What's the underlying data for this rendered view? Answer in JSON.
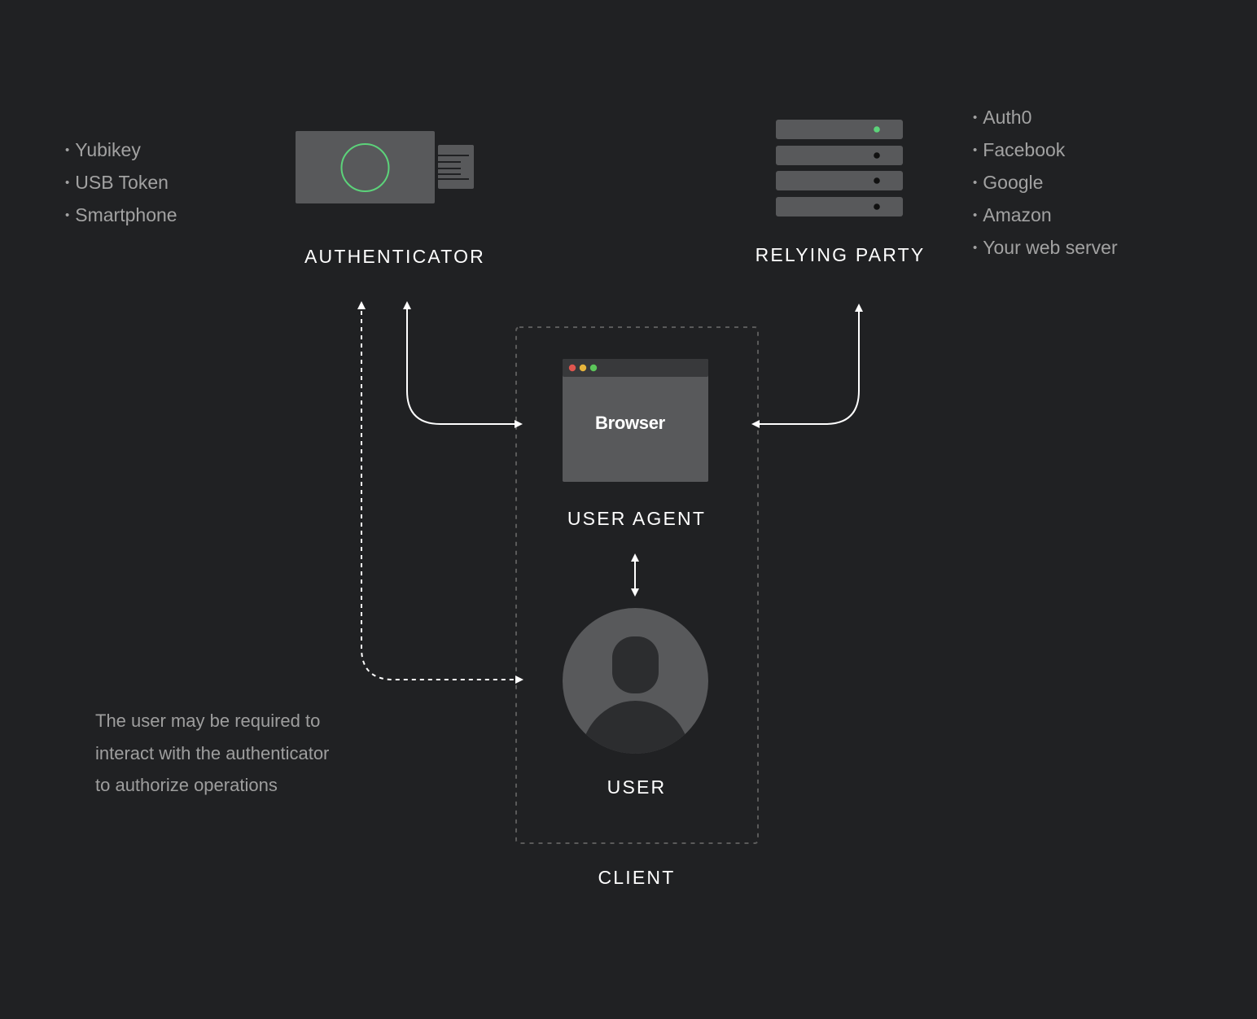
{
  "authenticator": {
    "label": "AUTHENTICATOR",
    "examples": [
      "Yubikey",
      "USB Token",
      "Smartphone"
    ]
  },
  "relying_party": {
    "label": "RELYING PARTY",
    "examples": [
      "Auth0",
      "Facebook",
      "Google",
      "Amazon",
      "Your web server"
    ]
  },
  "user_agent": {
    "label": "USER AGENT",
    "window_title": "Browser"
  },
  "user": {
    "label": "USER"
  },
  "client": {
    "label": "CLIENT"
  },
  "note": {
    "lines": [
      "The user may be required to",
      "interact with the authenticator",
      "to authorize operations"
    ]
  },
  "colors": {
    "background": "#202123",
    "device": "#58595b",
    "accent_green": "#5cd37a",
    "window_red": "#e0564f",
    "window_yellow": "#e6b43c",
    "window_green": "#5cc65a",
    "arrow": "#ffffff",
    "muted_text": "#a2a2a2"
  }
}
